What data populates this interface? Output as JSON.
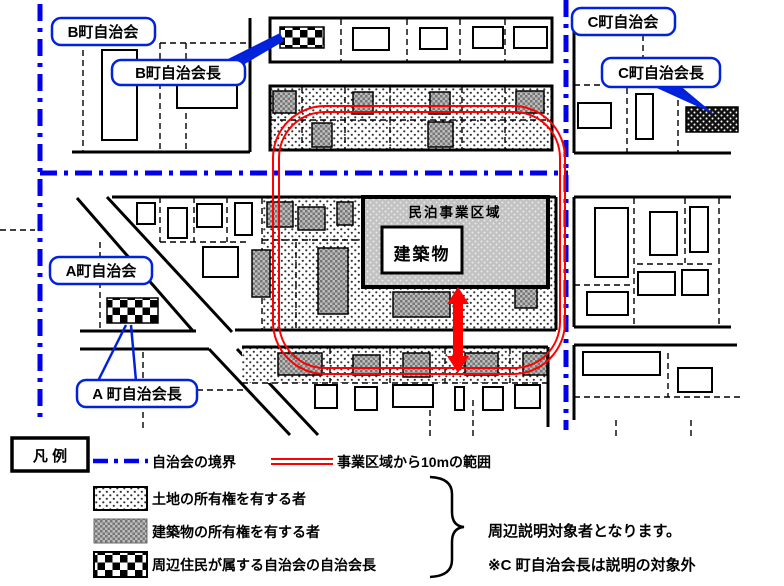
{
  "map": {
    "town_b_label": "B町自治会",
    "chief_b_label": "B町自治会長",
    "town_c_label": "C町自治会",
    "chief_c_label": "C町自治会長",
    "town_a_label": "A町自治会",
    "chief_a_label": "A 町自治会長",
    "project_area_label": "民泊事業区域",
    "building_label": "建築物"
  },
  "legend": {
    "title": "凡 例",
    "items": {
      "boundary": "自治会の境界",
      "range10m": "事業区域から10mの範囲",
      "land_owner": "土地の所有権を有する者",
      "building_owner": "建築物の所有権を有する者",
      "chairman": "周辺住民が属する自治会の自治会長"
    },
    "notes": {
      "note1": "周辺説明対象者となります。",
      "note2": "※C 町自治会長は説明の対象外"
    }
  },
  "colors": {
    "boundary_blue": "#0000ee",
    "range_red": "#ff0000",
    "project_fill": "#c2c2c2"
  }
}
